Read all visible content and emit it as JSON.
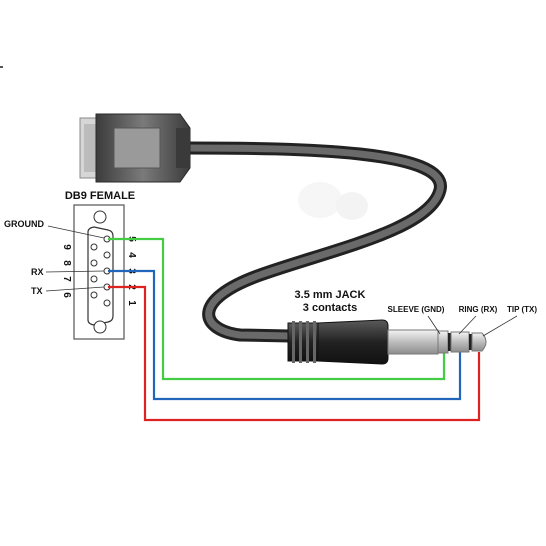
{
  "connector": {
    "title": "DB9 FEMALE"
  },
  "pin_labels": {
    "ground": "GROUND",
    "rx": "RX",
    "tx": "TX"
  },
  "pin_numbers": {
    "top_row": [
      "5",
      "4",
      "3",
      "2",
      "1"
    ],
    "bottom_row": [
      "9",
      "8",
      "7",
      "6"
    ]
  },
  "jack": {
    "title_line1": "3.5 mm JACK",
    "title_line2": "3 contacts",
    "sleeve": "SLEEVE (GND)",
    "ring": "RING (RX)",
    "tip": "TIP (TX)"
  },
  "colors": {
    "ground_wire": "#44cc44",
    "rx_wire": "#2266bb",
    "tx_wire": "#dd2222",
    "cable": "#4a4a4a",
    "connector_body": "#666666"
  },
  "icons": [
    "db9-connector-icon",
    "audio-jack-icon"
  ]
}
